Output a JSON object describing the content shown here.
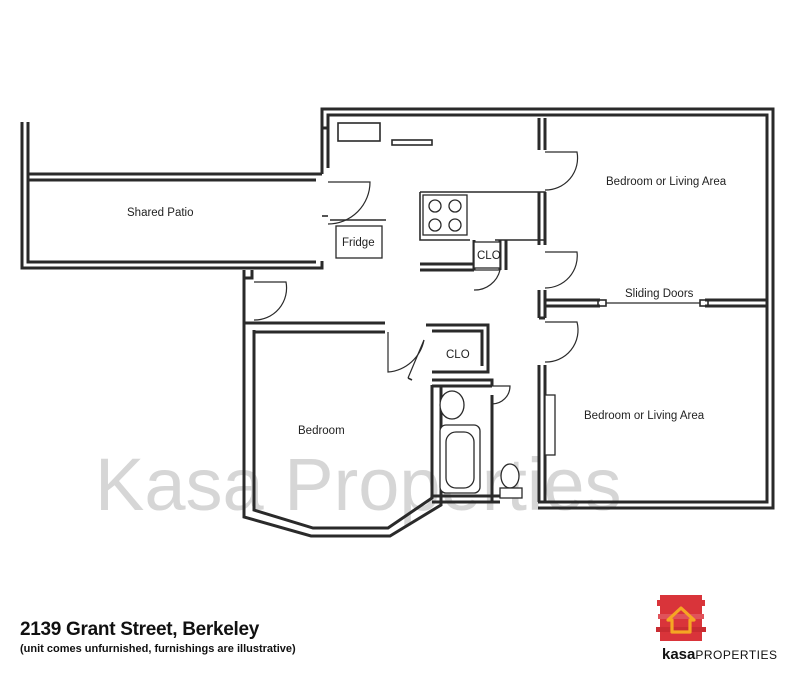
{
  "rooms": {
    "patio": "Shared Patio",
    "bedroom_living_top": "Bedroom or Living Area",
    "bedroom_living_bottom": "Bedroom or Living Area",
    "bedroom": "Bedroom",
    "fridge": "Fridge",
    "clo_kitchen": "CLO",
    "clo_hall": "CLO",
    "sliding_doors": "Sliding Doors"
  },
  "watermark": "Kasa Properties",
  "footer": {
    "address": "2139 Grant Street, Berkeley",
    "note": "(unit comes unfurnished, furnishings are illustrative)"
  },
  "brand": {
    "name_bold": "kasa",
    "name_rest": "PROPERTIES",
    "logo_color": "#d9343a",
    "house_color": "#f5a623"
  }
}
